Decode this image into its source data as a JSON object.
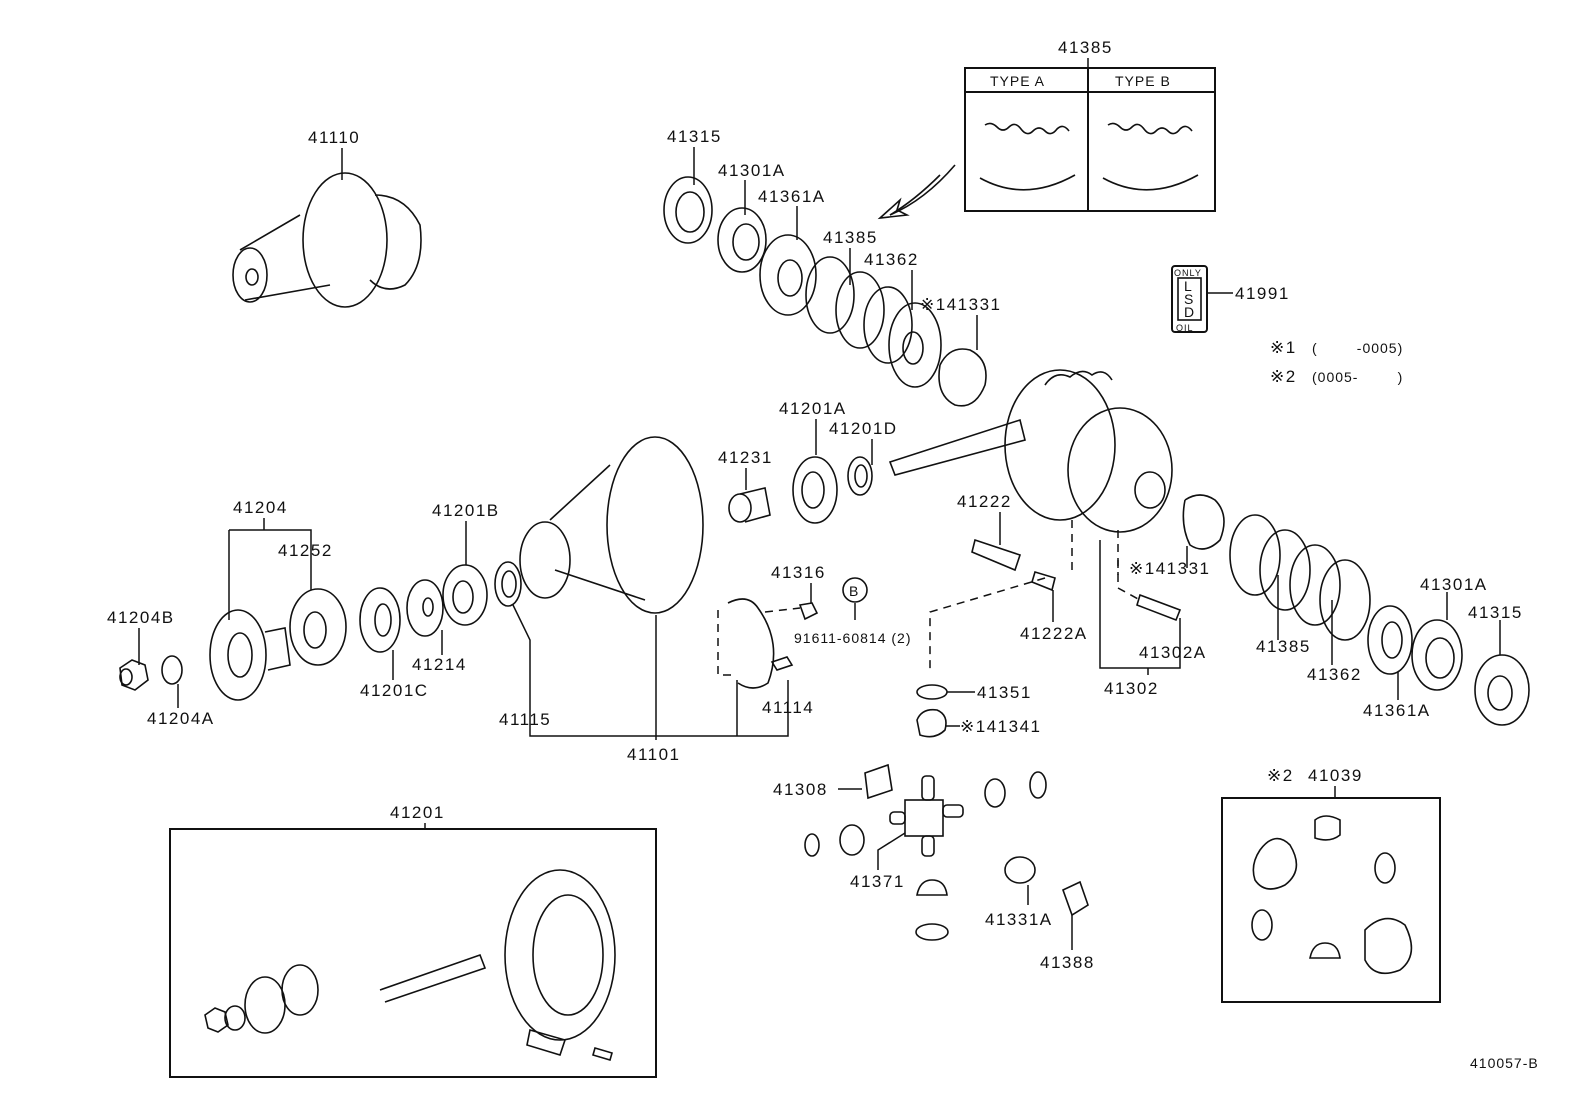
{
  "diagram": {
    "drawing_code": "410057-B",
    "legend": {
      "note1_mark": "※1",
      "note1_range": "(        -0005)",
      "note2_mark": "※2",
      "note2_range": "(0005-        )"
    },
    "type_inset": {
      "part_number": "41385",
      "type_a_label": "TYPE A",
      "type_b_label": "TYPE B"
    },
    "lsd_tag": {
      "top_text": "ONLY",
      "letters": [
        "L",
        "S",
        "D"
      ],
      "bottom_text": "OIL",
      "part_number": "41991"
    },
    "circled_ref": "B",
    "bolt_spec": "91611-60814 (2)",
    "kit_41201": {
      "part_number": "41201"
    },
    "kit_41039": {
      "note_mark": "※2",
      "part_number": "41039"
    },
    "labels": {
      "p41110": "41110",
      "p41315_top": "41315",
      "p41301A_top": "41301A",
      "p41361A_top": "41361A",
      "p41385_top": "41385",
      "p41362_top": "41362",
      "p141331_top": "※141331",
      "p41231": "41231",
      "p41201A": "41201A",
      "p41201D": "41201D",
      "p41204": "41204",
      "p41252": "41252",
      "p41201B": "41201B",
      "p41204B": "41204B",
      "p41204A": "41204A",
      "p41201C": "41201C",
      "p41214": "41214",
      "p41115": "41115",
      "p41101": "41101",
      "p41316": "41316",
      "p41114": "41114",
      "p41222": "41222",
      "p41222A": "41222A",
      "p141331_right": "※141331",
      "p41302A": "41302A",
      "p41302": "41302",
      "p41351": "41351",
      "p141341": "※141341",
      "p41385_right": "41385",
      "p41362_right": "41362",
      "p41361A_right": "41361A",
      "p41301A_right": "41301A",
      "p41315_right": "41315",
      "p41308": "41308",
      "p41371": "41371",
      "p41331A": "41331A",
      "p41388": "41388"
    }
  }
}
